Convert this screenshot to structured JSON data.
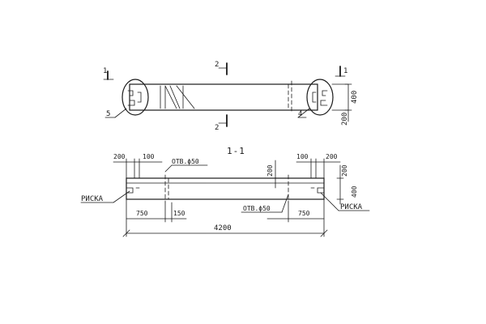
{
  "plan": {
    "section_1_left": "1",
    "section_1_right": "1",
    "section_2_top": "2",
    "section_2_bottom": "2",
    "callout_5": "5",
    "callout_4": "4",
    "dim_400": "400",
    "dim_200": "200"
  },
  "section": {
    "title": "1-1",
    "dim_top_200_left": "200",
    "dim_top_100_left": "100",
    "hole_label_top": "ОТВ.ϕ50",
    "dim_200_mid": "200",
    "dim_top_100_right": "100",
    "dim_top_200_right": "200",
    "dim_side_200": "200",
    "dim_side_400": "400",
    "notch_left": "РИСКА",
    "notch_right": "РИСКА",
    "hole_label_bottom": "ОТВ.ϕ50",
    "dim_750_left": "750",
    "dim_150": "150",
    "dim_750_right": "750",
    "dim_total": "4200"
  }
}
